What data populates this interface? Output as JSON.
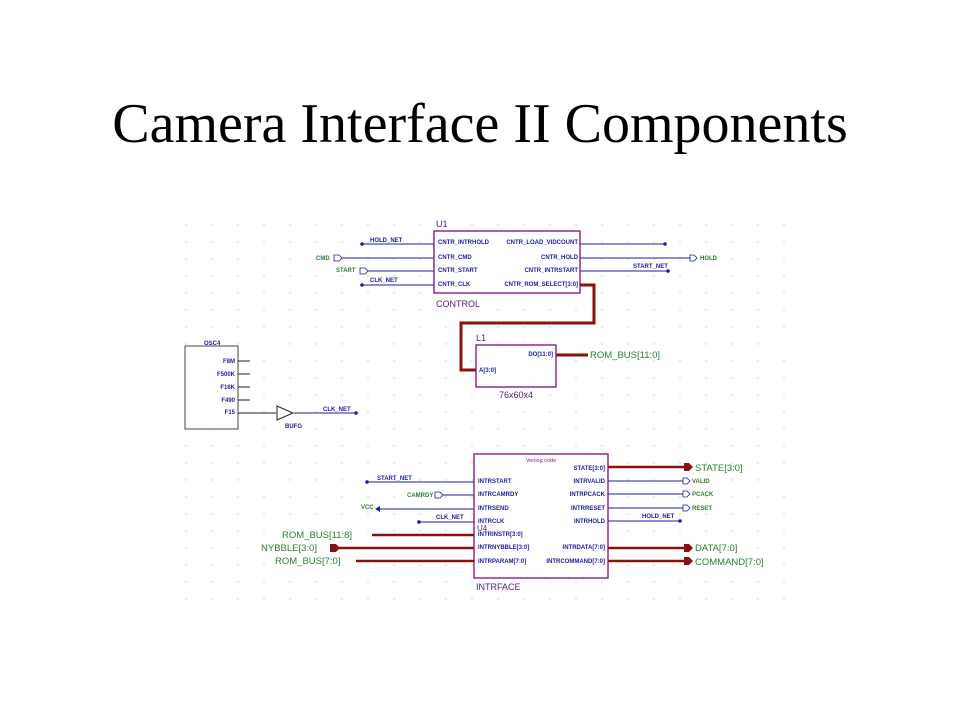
{
  "slide": {
    "title": "Camera Interface II Components"
  },
  "u1": {
    "ref": "U1",
    "name": "CONTROL",
    "left_pins": [
      "CNTR_INTRHOLD",
      "CNTR_CMD",
      "CNTR_START",
      "CNTR_CLK"
    ],
    "right_pins": [
      "CNTR_LOAD_VIDCOUNT",
      "CNTR_HOLD",
      "CNTR_INTRSTART",
      "CNTR_ROM_SELECT[3:0]"
    ],
    "left_nets": {
      "hold_net": "HOLD_NET",
      "cmd": "CMD",
      "start": "START",
      "clk_net": "CLK_NET"
    },
    "right_nets": {
      "hold": "HOLD",
      "start_net": "START_NET"
    }
  },
  "l1": {
    "ref": "L1",
    "name": "76x60x4",
    "pin_addr": "A[3:0]",
    "pin_data": "DO[11:0]",
    "out_bus": "ROM_BUS[11:0]"
  },
  "osc": {
    "name": "OSC4",
    "pins": [
      "F8M",
      "F500K",
      "F16K",
      "F490",
      "F15"
    ],
    "buffer": "BUFG",
    "clk_net": "CLK_NET"
  },
  "u4": {
    "ref": "U4",
    "name": "INTRFACE",
    "header": "Verilog code",
    "left_pins": [
      "INTRSTART",
      "INTRCAMRDY",
      "INTRSEND",
      "INTRCLK",
      "INTRINSTR[3:0]",
      "INTRNYBBLE[3:0]",
      "INTRPARAM[7:0]"
    ],
    "right_pins": [
      "STATE[3:0]",
      "INTRVALID",
      "INTRPCACK",
      "INTRRESET",
      "INTRHOLD",
      "INTRDATA[7:0]",
      "INTRCOMMAND[7:0]"
    ],
    "left_nets": {
      "start_net": "START_NET",
      "camrdy": "CAMRDY",
      "vcc": "VCC",
      "clk_net": "CLK_NET",
      "rom_bus_hi": "ROM_BUS[11:8]",
      "nybble": "NYBBLE[3:0]",
      "rom_bus_lo": "ROM_BUS[7:0]"
    },
    "right_nets": {
      "state": "STATE[3:0]",
      "valid": "VALID",
      "pcack": "PCACK",
      "reset": "RESET",
      "hold_net": "HOLD_NET",
      "data": "DATA[7:0]",
      "command": "COMMAND[7:0]"
    }
  },
  "colors": {
    "wire": "#1c1ca0",
    "bus": "#8b1010",
    "symbol": "#8b1a8b",
    "label": "#2e7d32"
  }
}
